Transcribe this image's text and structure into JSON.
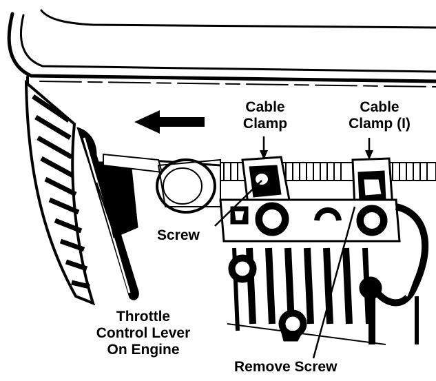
{
  "labels": {
    "cable_clamp_left_line1": "Cable",
    "cable_clamp_left_line2": "Clamp",
    "cable_clamp_right_line1": "Cable",
    "cable_clamp_right_line2": "Clamp (I)",
    "screw": "Screw",
    "throttle_line1": "Throttle",
    "throttle_line2": "Control Lever",
    "throttle_line3": "On Engine",
    "remove_screw": "Remove Screw"
  },
  "colors": {
    "ink": "#000000",
    "paper": "#ffffff"
  },
  "icons": {
    "direction_arrow": "left-arrow-icon"
  }
}
